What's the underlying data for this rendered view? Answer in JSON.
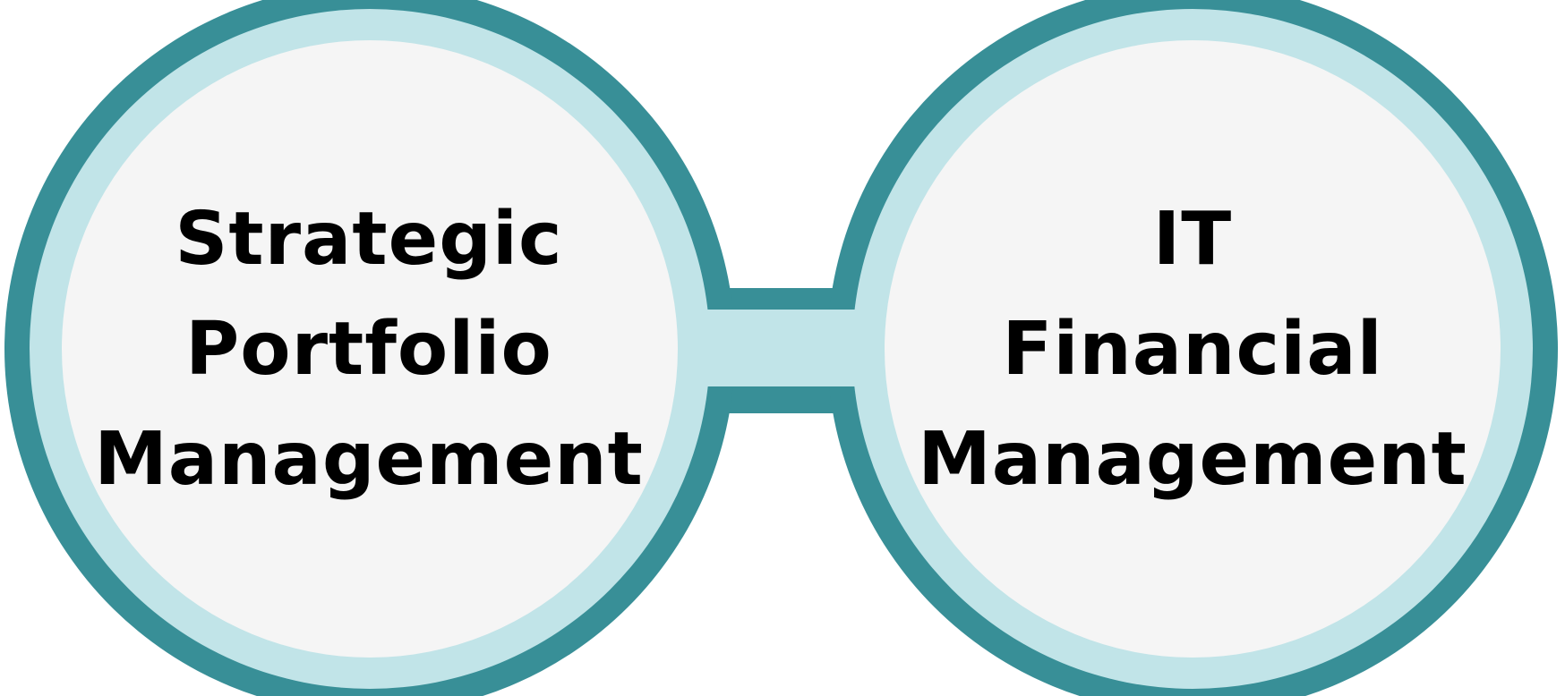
{
  "colors": {
    "outer_ring": "#388f97",
    "inner_ring": "#c1e4e8",
    "circle_fill": "#f5f5f5",
    "text": "#000000",
    "background": "#ffffff"
  },
  "nodes": [
    {
      "id": "strategic-portfolio-management",
      "lines": [
        "Strategic",
        "Portfolio",
        "Management"
      ]
    },
    {
      "id": "it-financial-management",
      "lines": [
        "IT",
        "Financial",
        "Management"
      ]
    }
  ],
  "connector": {
    "from": "strategic-portfolio-management",
    "to": "it-financial-management"
  }
}
